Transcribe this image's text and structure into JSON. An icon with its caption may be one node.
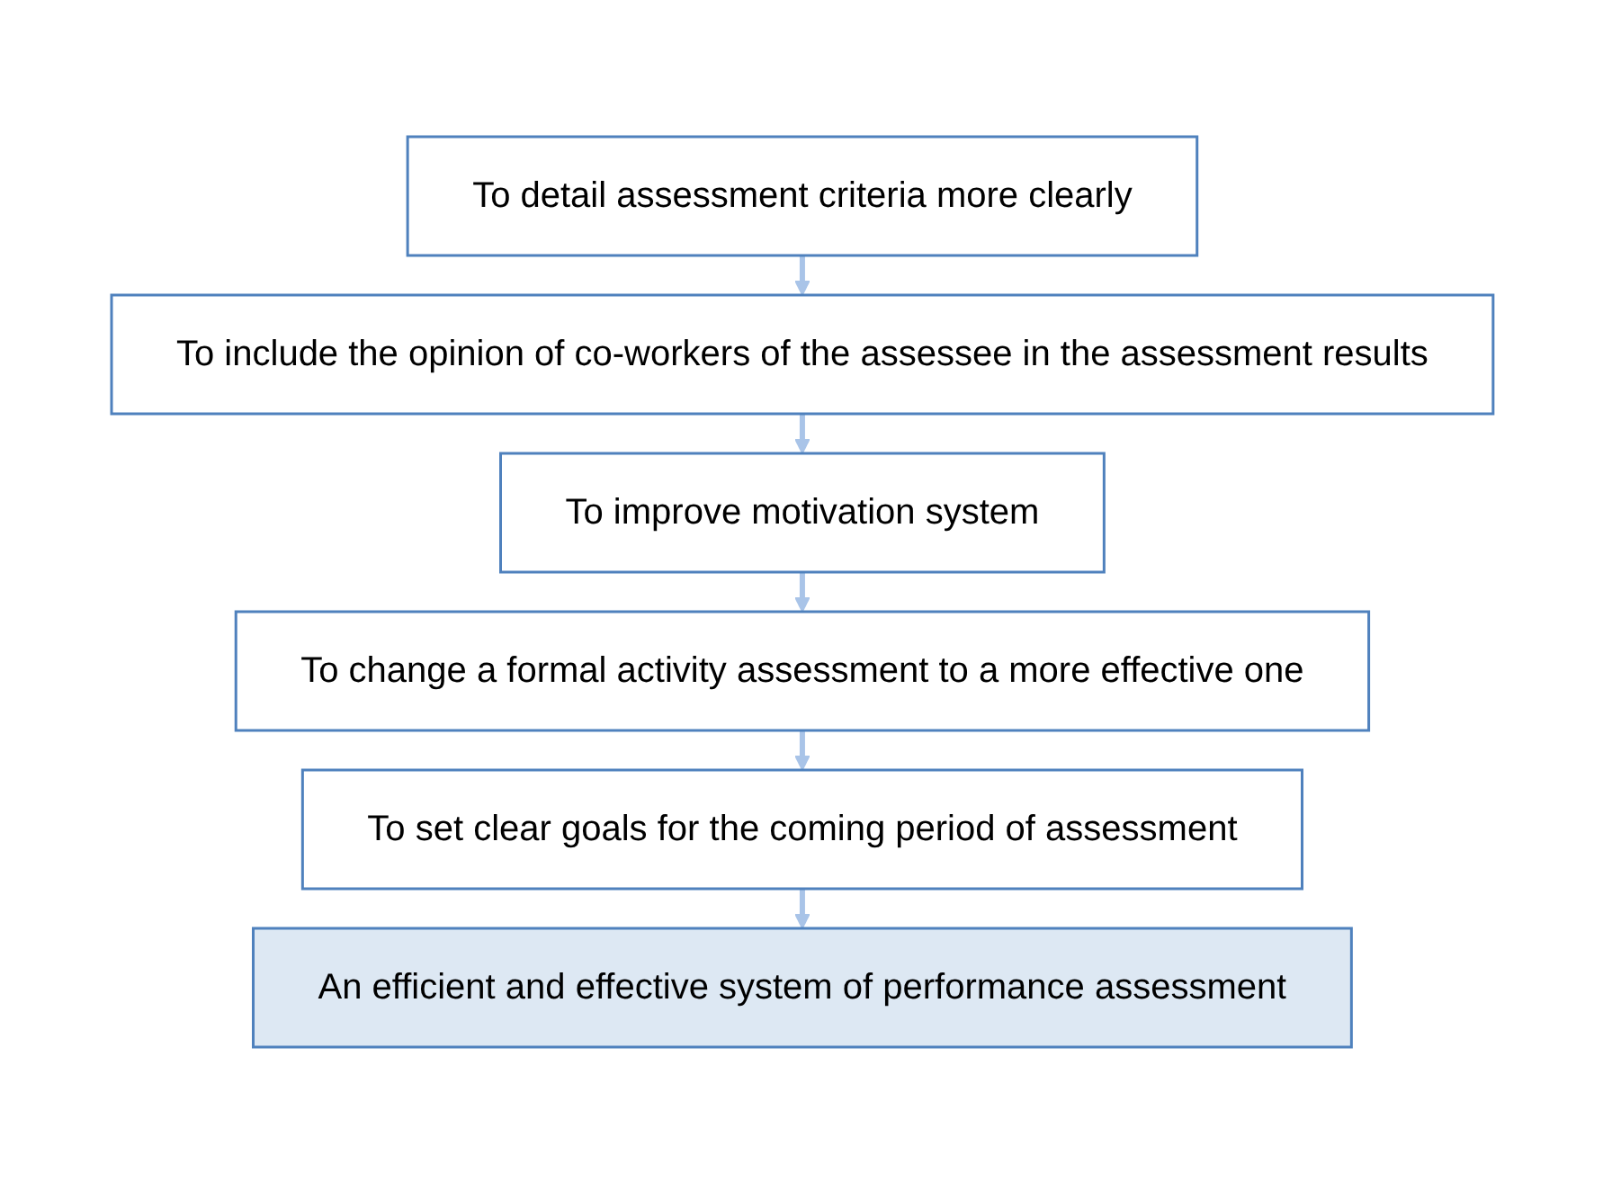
{
  "diagram": {
    "nodes": [
      {
        "text": [
          "To detail assessment criteria more clearly"
        ]
      },
      {
        "text": [
          "To include the opinion of co-workers of the assessee in the assessment results"
        ]
      },
      {
        "text": [
          "To improve motivation system"
        ]
      },
      {
        "text": [
          "To change a formal activity assessment to a more effective one"
        ]
      },
      {
        "text": [
          "To set clear goals for the coming period of assessment"
        ]
      },
      {
        "text": [
          "An efficient and effective system of performance assessment"
        ]
      }
    ],
    "edges": [
      {
        "from": 0,
        "to": 1,
        "arrow": "to"
      },
      {
        "from": 1,
        "to": 2,
        "arrow": "to"
      },
      {
        "from": 2,
        "to": 3,
        "arrow": "to"
      },
      {
        "from": 3,
        "to": 4,
        "arrow": "to"
      },
      {
        "from": 4,
        "to": 5,
        "arrow": "to"
      }
    ]
  }
}
